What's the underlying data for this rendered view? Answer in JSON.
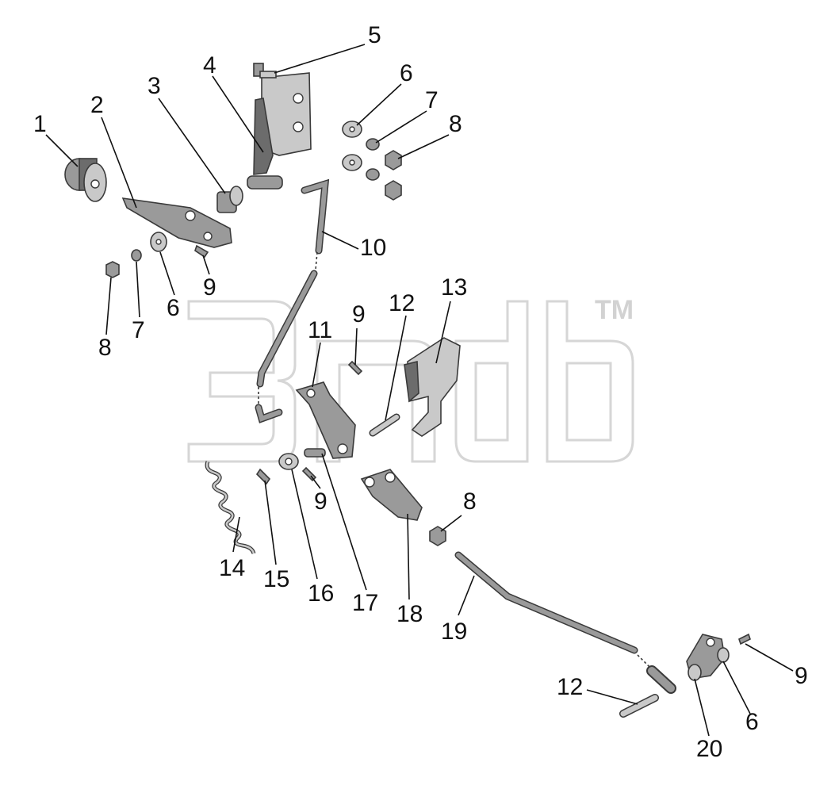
{
  "watermark": {
    "mark": "TM",
    "color": "#d6d6d6"
  },
  "callouts": [
    "1",
    "2",
    "3",
    "4",
    "5",
    "6",
    "7",
    "8",
    "9",
    "10",
    "11",
    "12",
    "13",
    "14",
    "15",
    "16",
    "17",
    "18",
    "19",
    "20"
  ],
  "labels": [
    "1",
    "2",
    "3",
    "4",
    "5",
    "6",
    "7",
    "8",
    "6",
    "7",
    "8",
    "9",
    "10",
    "9",
    "11",
    "12",
    "13",
    "14",
    "15",
    "16",
    "9",
    "17",
    "18",
    "8",
    "19",
    "12",
    "20",
    "6",
    "9"
  ],
  "colors": {
    "line": "#111111",
    "part_dark": "#6c6c6c",
    "part_mid": "#9a9a9a",
    "part_light": "#c9c9c9"
  }
}
